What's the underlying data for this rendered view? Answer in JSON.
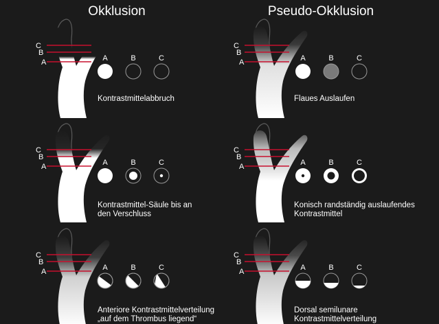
{
  "colors": {
    "background": "#1b1b1b",
    "foreground": "#ffffff",
    "level_line": "#c8102e",
    "empty_circle": "#9a9a9a",
    "gray_fill": "#7a7a7a"
  },
  "columns": [
    {
      "title": "Okklusion"
    },
    {
      "title": "Pseudo-Okklusion"
    }
  ],
  "level_labels": [
    "C",
    "B",
    "A"
  ],
  "circle_labels": [
    "A",
    "B",
    "C"
  ],
  "panels": [
    {
      "id": "okklusion-1",
      "caption": [
        "Kontrastmittelabbruch"
      ],
      "vessel": "abrupt",
      "cross_sections": [
        "full",
        "empty",
        "empty"
      ]
    },
    {
      "id": "pseudo-1",
      "caption": [
        "Flaues Auslaufen"
      ],
      "vessel": "faded",
      "cross_sections": [
        "full",
        "gray",
        "empty"
      ]
    },
    {
      "id": "okklusion-2",
      "caption": [
        "Kontrastmittel-Säule bis an",
        "den Verschluss"
      ],
      "vessel": "column",
      "cross_sections": [
        "full",
        "large-dot",
        "small-dot"
      ]
    },
    {
      "id": "pseudo-2",
      "caption": [
        "Konisch randständig auslaufendes",
        "Kontrastmittel"
      ],
      "vessel": "conic",
      "cross_sections": [
        "center-dot",
        "thick-ring",
        "thin-ring"
      ]
    },
    {
      "id": "okklusion-3",
      "caption": [
        "Anteriore Kontrastmittelverteilung",
        "„auf dem Thrombus liegend“"
      ],
      "vessel": "anterior",
      "cross_sections": [
        "diag-large",
        "diag-mid",
        "diag-small"
      ]
    },
    {
      "id": "pseudo-3",
      "caption": [
        "Dorsal semilunare",
        "Kontrastmittelverteilung"
      ],
      "vessel": "dorsal",
      "cross_sections": [
        "bottom-large",
        "bottom-mid",
        "bottom-small"
      ]
    }
  ]
}
